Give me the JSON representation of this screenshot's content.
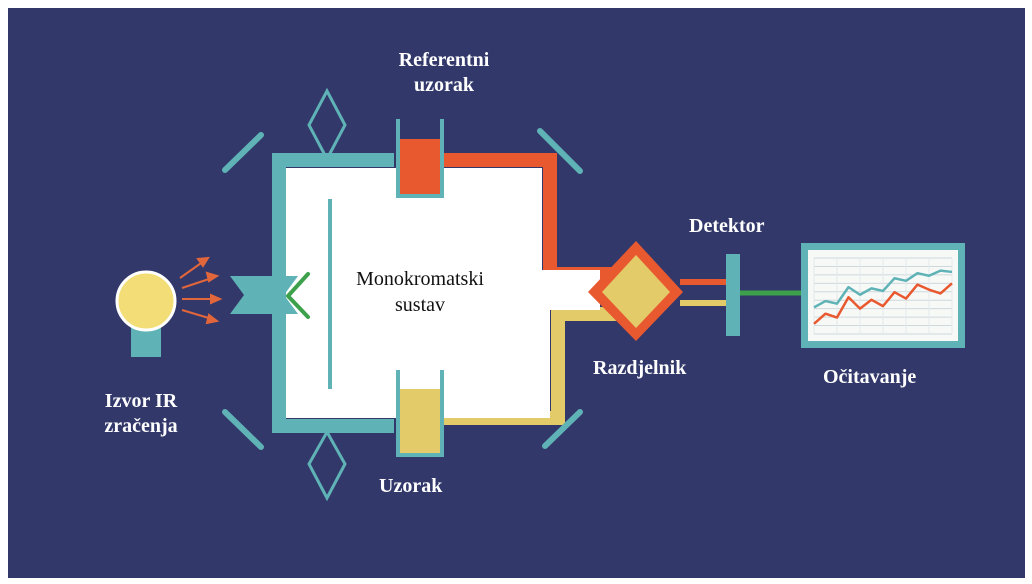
{
  "labels": {
    "reference_sample": [
      "Referentni",
      "uzorak"
    ],
    "monochromator": [
      "Monokromatski",
      "sustav"
    ],
    "detector": "Detektor",
    "ir_source": [
      "Izvor IR",
      "zračenja"
    ],
    "splitter": "Razdjelnik",
    "reading": "Očitavanje",
    "sample": "Uzorak"
  },
  "colors": {
    "background": "#32386a",
    "frame_teal": "#5fb3b6",
    "reference_beam": "#e9592f",
    "sample_beam": "#e4cb6a",
    "detector_link": "#3da04b",
    "source_lamp": "#f3dd76",
    "source_rays": "#e2663b",
    "chart_panel": "#f7f9f7"
  },
  "icons": {
    "source": "ir-lamp-icon",
    "rays": "radiation-arrows-icon",
    "mirror": "mirror-icon",
    "prism": "prism-icon",
    "splitter": "beam-splitter-icon",
    "detector": "detector-icon",
    "readout": "line-chart-icon"
  },
  "chart_data": {
    "type": "line",
    "title": "",
    "xlabel": "",
    "ylabel": "",
    "x": [
      0,
      1,
      2,
      3,
      4,
      5,
      6,
      7,
      8,
      9,
      10,
      11,
      12
    ],
    "series": [
      {
        "color": "#5fb3b6",
        "values": [
          2.1,
          2.6,
          2.4,
          3.7,
          3.1,
          3.6,
          3.4,
          4.4,
          4.2,
          4.8,
          4.6,
          5.0,
          4.9
        ]
      },
      {
        "color": "#e9592f",
        "values": [
          0.8,
          1.6,
          1.3,
          2.9,
          2.0,
          2.7,
          2.2,
          3.3,
          2.8,
          3.9,
          3.5,
          3.2,
          4.0
        ]
      }
    ],
    "ylim": [
      0,
      6
    ],
    "grid": true
  }
}
